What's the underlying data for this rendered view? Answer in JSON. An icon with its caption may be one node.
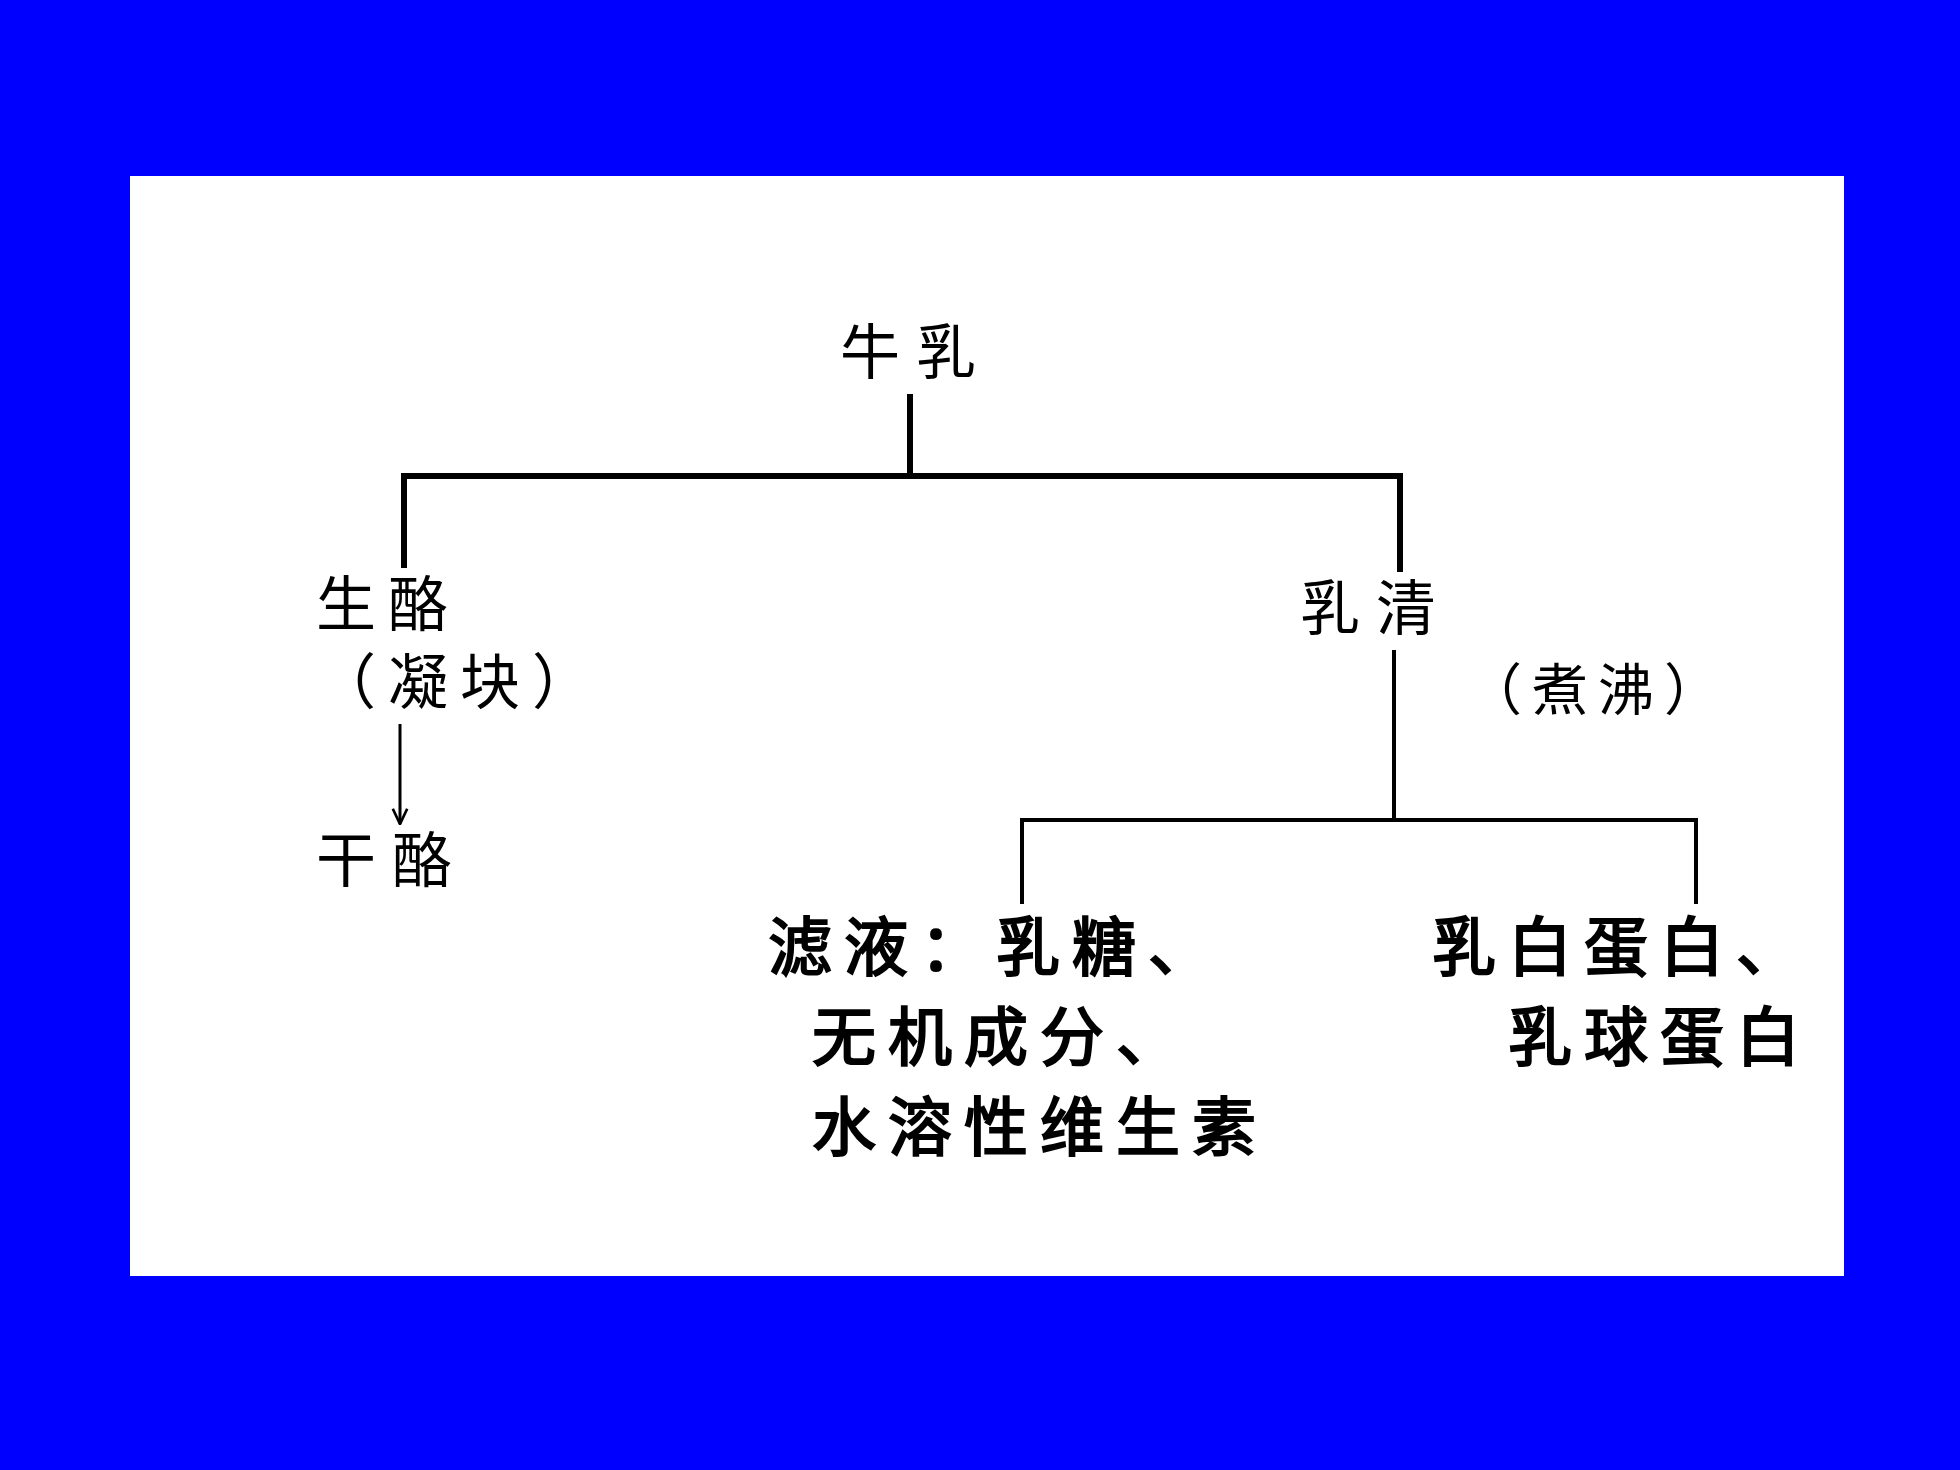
{
  "diagram": {
    "nodes": [
      {
        "text": [
          "牛乳"
        ]
      },
      {
        "text": [
          "生酪",
          "（凝块）"
        ]
      },
      {
        "text": [
          "干酪"
        ]
      },
      {
        "text": [
          "乳清"
        ],
        "beside": [
          "（煮沸）"
        ]
      },
      {
        "text": [
          "滤液：乳糖、无机成分、水溶性维生素"
        ]
      },
      {
        "text": [
          "乳白蛋白、乳球蛋白"
        ]
      }
    ],
    "edges": [
      {
        "from": 0,
        "to": 1,
        "arrow": "none"
      },
      {
        "from": 0,
        "to": 3,
        "arrow": "none"
      },
      {
        "from": 1,
        "to": 2,
        "arrow": "to"
      },
      {
        "from": 3,
        "to": 4,
        "arrow": "none"
      },
      {
        "from": 3,
        "to": 5,
        "arrow": "none"
      }
    ]
  }
}
